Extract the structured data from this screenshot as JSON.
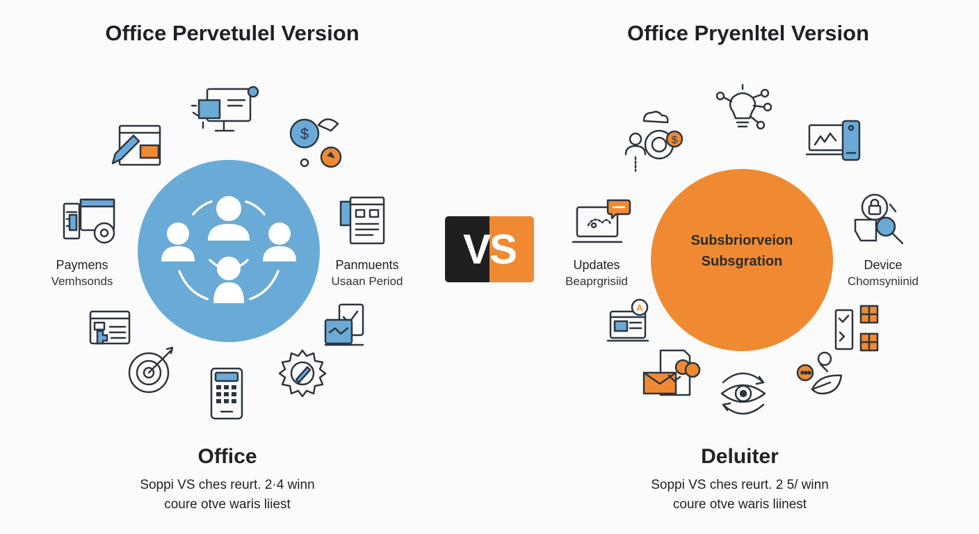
{
  "left_panel": {
    "heading": "Office Pervetulel Version",
    "hub_icon": "people-network-icon",
    "left_label": {
      "line1": "Paymens",
      "line2": "Vemhsonds"
    },
    "right_label": {
      "line1": "Panmuents",
      "line2": "Usaan Period"
    },
    "bottom_title": "Office",
    "bottom_desc": {
      "line1": "Soppi VS ches reurt. 2·4 winn",
      "line2": "coure otve waris liiest"
    },
    "icons": [
      "monitor-chat-icon",
      "dollar-exchange-icon",
      "document-edit-icon",
      "browser-settings-icon",
      "web-page-icon",
      "checklist-card-icon",
      "id-card-plus-icon",
      "target-icon",
      "calculator-icon",
      "gear-tools-icon"
    ]
  },
  "vs": {
    "left": "V",
    "right": "S"
  },
  "right_panel": {
    "heading": "Office Pryenltel Version",
    "hub_line1": "Subsbriorveion",
    "hub_line2": "Subsgration",
    "left_label": {
      "line1": "Updates",
      "line2": "Beaprgrisiid"
    },
    "right_label": {
      "line1": "Device",
      "line2": "Chomsyniinid"
    },
    "bottom_title": "Deluiter",
    "bottom_desc": {
      "line1": "Soppi VS ches reurt. 2 5/ winn",
      "line2": "coure otve waris liinest"
    },
    "icons": [
      "lightbulb-network-icon",
      "user-cloud-dollar-icon",
      "laptop-device-icon",
      "laptop-chat-icon",
      "lock-gear-search-icon",
      "browser-alert-icon",
      "checklist-boxes-icon",
      "envelope-document-icon",
      "eye-refresh-icon",
      "chat-leaf-icon"
    ]
  },
  "colors": {
    "blue": "#6aaad6",
    "orange": "#ef8a33",
    "dark": "#1f1f1f",
    "line": "#2d3540"
  }
}
